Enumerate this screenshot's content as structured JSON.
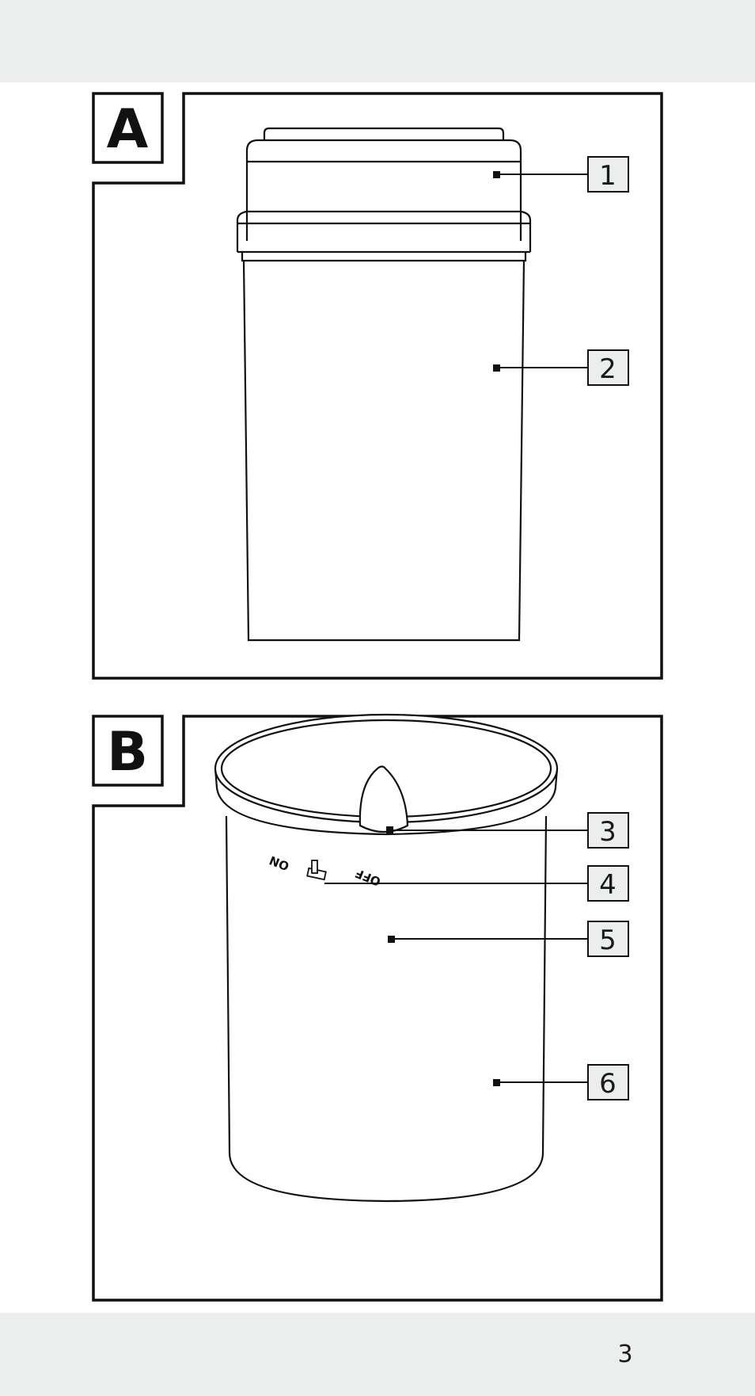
{
  "figures": [
    {
      "letter": "A",
      "callouts": [
        "1",
        "2"
      ]
    },
    {
      "letter": "B",
      "callouts": [
        "3",
        "4",
        "5",
        "6"
      ],
      "switch": {
        "on_label": "ON",
        "off_label": "OFF"
      }
    }
  ],
  "page_number": "3"
}
